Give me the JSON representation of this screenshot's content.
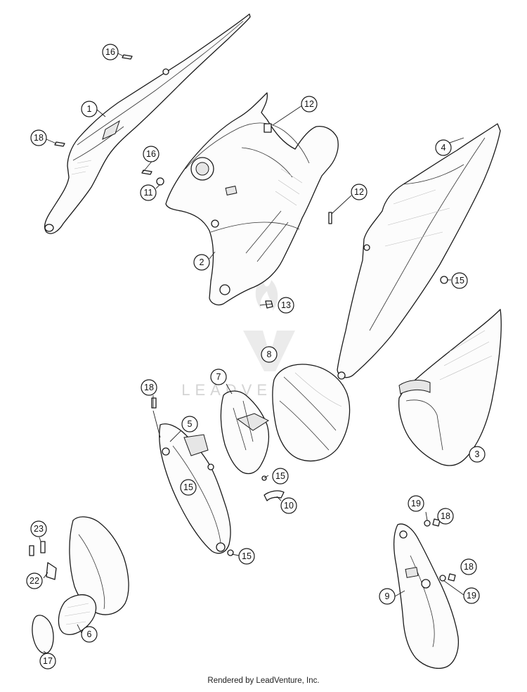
{
  "watermark": {
    "text": "LEADVENTURE"
  },
  "footer": {
    "text": "Rendered by LeadVenture, Inc."
  },
  "callouts": [
    {
      "id": "c16a",
      "label": "16"
    },
    {
      "id": "c1",
      "label": "1"
    },
    {
      "id": "c18a",
      "label": "18"
    },
    {
      "id": "c12a",
      "label": "12"
    },
    {
      "id": "c16b",
      "label": "16"
    },
    {
      "id": "c11",
      "label": "11"
    },
    {
      "id": "c4",
      "label": "4"
    },
    {
      "id": "c12b",
      "label": "12"
    },
    {
      "id": "c2",
      "label": "2"
    },
    {
      "id": "c15a",
      "label": "15"
    },
    {
      "id": "c13",
      "label": "13"
    },
    {
      "id": "c8",
      "label": "8"
    },
    {
      "id": "c7",
      "label": "7"
    },
    {
      "id": "c18b",
      "label": "18"
    },
    {
      "id": "c5",
      "label": "5"
    },
    {
      "id": "c3",
      "label": "3"
    },
    {
      "id": "c15b",
      "label": "15"
    },
    {
      "id": "c15c",
      "label": "15"
    },
    {
      "id": "c10",
      "label": "10"
    },
    {
      "id": "c19a",
      "label": "19"
    },
    {
      "id": "c18c",
      "label": "18"
    },
    {
      "id": "c23",
      "label": "23"
    },
    {
      "id": "c15d",
      "label": "15"
    },
    {
      "id": "c22",
      "label": "22"
    },
    {
      "id": "c18d",
      "label": "18"
    },
    {
      "id": "c9",
      "label": "9"
    },
    {
      "id": "c19b",
      "label": "19"
    },
    {
      "id": "c6",
      "label": "6"
    },
    {
      "id": "c17",
      "label": "17"
    }
  ]
}
